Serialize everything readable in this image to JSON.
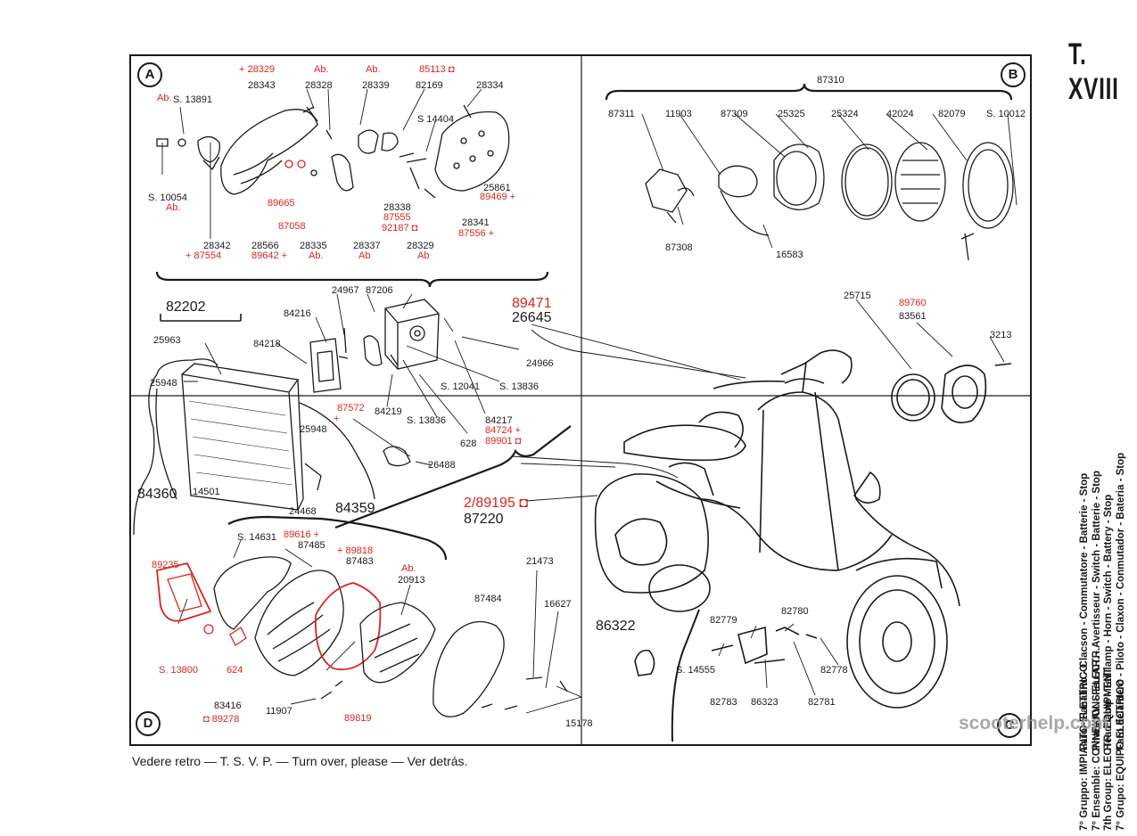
{
  "sheet": {
    "title": "T. XVIII",
    "footer": "Vedere retro — T. S. V. P. — Turn over, please — Ver detrás."
  },
  "sections": {
    "a": "A",
    "b": "B",
    "c": "C",
    "d": "D"
  },
  "labels_a": [
    {
      "t": "+ 28329",
      "red": true
    },
    {
      "t": "Ab.",
      "red": true
    },
    {
      "t": "Ab.",
      "red": true
    },
    {
      "t": "85113 ◘",
      "red": true
    },
    {
      "t": "28343"
    },
    {
      "t": "28328"
    },
    {
      "t": "28339"
    },
    {
      "t": "82169"
    },
    {
      "t": "28334"
    },
    {
      "t": "Ab.",
      "red": true
    },
    {
      "t": "S. 13891"
    },
    {
      "t": "S 14404"
    },
    {
      "t": "S. 10054"
    },
    {
      "t": "Ab.",
      "red": true
    },
    {
      "t": "89665",
      "red": true
    },
    {
      "t": "87058",
      "red": true
    },
    {
      "t": "28338"
    },
    {
      "t": "87555",
      "red": true
    },
    {
      "t": "92187 ◘",
      "red": true
    },
    {
      "t": "25861"
    },
    {
      "t": "89469 +",
      "red": true
    },
    {
      "t": "28341"
    },
    {
      "t": "87556 +",
      "red": true
    },
    {
      "t": "28342"
    },
    {
      "t": "+ 87554",
      "red": true
    },
    {
      "t": "28566"
    },
    {
      "t": "89642 +",
      "red": true
    },
    {
      "t": "28335"
    },
    {
      "t": "Ab.",
      "red": true
    },
    {
      "t": "28337"
    },
    {
      "t": "Ab",
      "red": true
    },
    {
      "t": "28329"
    },
    {
      "t": "Ab",
      "red": true
    }
  ],
  "labels_b": [
    {
      "t": "87310"
    },
    {
      "t": "87311"
    },
    {
      "t": "11903"
    },
    {
      "t": "87309"
    },
    {
      "t": "25325"
    },
    {
      "t": "25324"
    },
    {
      "t": "42024"
    },
    {
      "t": "82079"
    },
    {
      "t": "S. 10012"
    },
    {
      "t": "87308"
    },
    {
      "t": "16583"
    },
    {
      "t": "25715"
    },
    {
      "t": "89760",
      "red": true
    },
    {
      "t": "83561"
    },
    {
      "t": "3213"
    }
  ],
  "labels_mid": [
    {
      "t": "82202",
      "big": true
    },
    {
      "t": "25963"
    },
    {
      "t": "25948"
    },
    {
      "t": "84216"
    },
    {
      "t": "84218"
    },
    {
      "t": "24967"
    },
    {
      "t": "87206"
    },
    {
      "t": "89471",
      "red": true,
      "big": true
    },
    {
      "t": "26645",
      "big": true
    },
    {
      "t": "24966"
    },
    {
      "t": "S. 12041"
    },
    {
      "t": "S. 13836"
    },
    {
      "t": "84219"
    },
    {
      "t": "S. 13836"
    },
    {
      "t": "87572",
      "red": true
    },
    {
      "t": "+",
      "red": true
    },
    {
      "t": "25948"
    },
    {
      "t": "84217"
    },
    {
      "t": "84724 +",
      "red": true
    },
    {
      "t": "89901 ◘",
      "red": true
    },
    {
      "t": "628"
    },
    {
      "t": "26488"
    },
    {
      "t": "84360",
      "big": true
    },
    {
      "t": "14501"
    },
    {
      "t": "24468"
    },
    {
      "t": "84359",
      "big": true
    },
    {
      "t": "2/89195 ◘",
      "red": true,
      "big": true
    },
    {
      "t": "87220",
      "big": true
    }
  ],
  "labels_d": [
    {
      "t": "S. 14631"
    },
    {
      "t": "89616 +",
      "red": true
    },
    {
      "t": "87485"
    },
    {
      "t": "+ 89818",
      "red": true
    },
    {
      "t": "87483"
    },
    {
      "t": "89235",
      "red": true
    },
    {
      "t": "Ab.",
      "red": true
    },
    {
      "t": "20913"
    },
    {
      "t": "S. 13800",
      "red": true
    },
    {
      "t": "624",
      "red": true
    },
    {
      "t": "83416"
    },
    {
      "t": "◘ 89278",
      "red": true
    },
    {
      "t": "11907"
    },
    {
      "t": "89819",
      "red": true
    },
    {
      "t": "21473"
    },
    {
      "t": "87484"
    },
    {
      "t": "16627"
    },
    {
      "t": "15178"
    }
  ],
  "labels_c": [
    {
      "t": "86322",
      "big": true
    },
    {
      "t": "82779"
    },
    {
      "t": "82780"
    },
    {
      "t": "S. 14555"
    },
    {
      "t": "82778"
    },
    {
      "t": "82783"
    },
    {
      "t": "86323"
    },
    {
      "t": "82781"
    }
  ],
  "side": {
    "lines": [
      "Faro - Fanalino - Clacson - Commutatore - Batterie - Stop",
      "Phare AV. - Feu AR. - Avertisseur - Switch - Batterie - Stop",
      "Head lamp - Tail lamp - Horn - Switch - Battery - Stop",
      "Faro delantero - Piloto - Claxon - Conmutador - Bateria - Stop"
    ],
    "groups": [
      "7° Gruppo: IMPIANTO ELETTRICO",
      "7° Ensemble: CONNEXIONS ELECTR.",
      "7th Group: ELECTR. EQUIPMENT",
      "7° Grupo: EQUIPO ELECTRICO"
    ]
  },
  "watermark": "scooterhelp.com"
}
